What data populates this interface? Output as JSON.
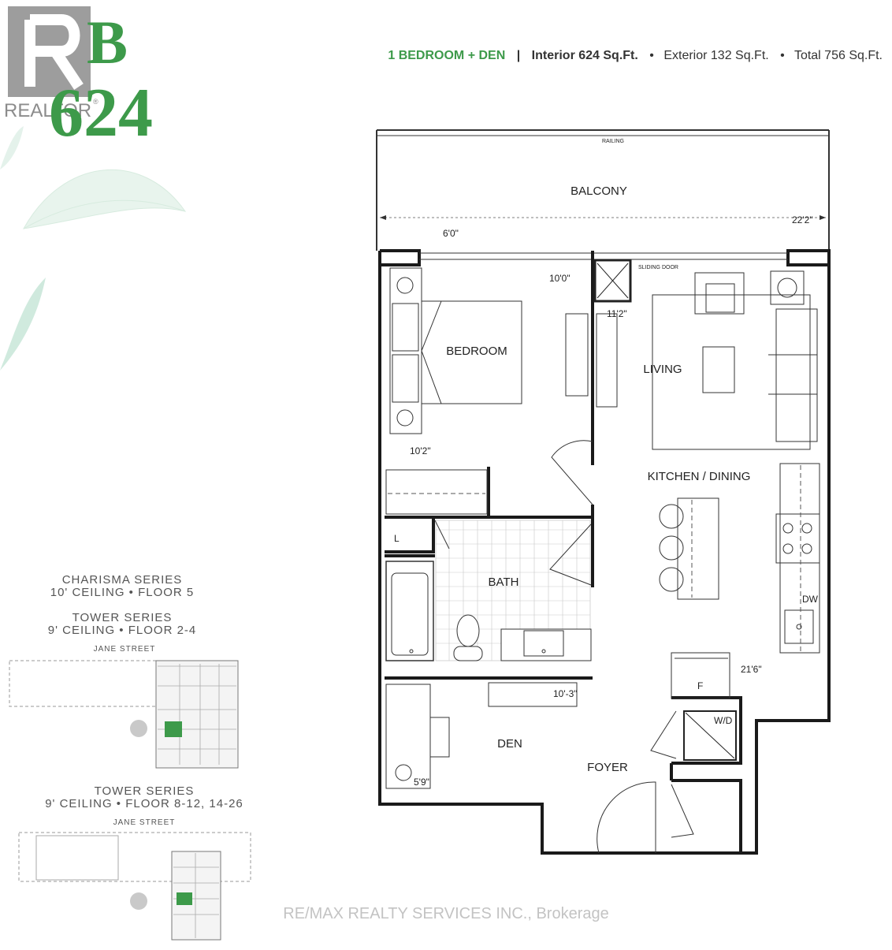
{
  "unit": {
    "letter": "B",
    "number": "624",
    "realtor_mark": "REALTOR",
    "registered_mark": "®",
    "accent_color": "#3d9a4a"
  },
  "header": {
    "type": "1 BEDROOM + DEN",
    "separator": "|",
    "interior": "Interior 624 Sq.Ft.",
    "exterior": "Exterior 132 Sq.Ft.",
    "total": "Total 756 Sq.Ft.",
    "bullet": "•"
  },
  "rooms": {
    "balcony": "BALCONY",
    "bedroom": "BEDROOM",
    "living": "LIVING",
    "kitchen_dining": "KITCHEN / DINING",
    "bath": "BATH",
    "den": "DEN",
    "foyer": "FOYER",
    "linen": "L",
    "washer_dryer": "W/D",
    "fridge": "F",
    "dishwasher": "DW"
  },
  "annotations": {
    "railing": "RAILING",
    "sliding_door": "SLIDING DOOR"
  },
  "dimensions": {
    "balcony_width": "22'2\"",
    "balcony_depth": "6'0\"",
    "bedroom_depth": "10'0\"",
    "living_width": "11'2\"",
    "bedroom_width": "10'2\"",
    "kitchen_depth": "21'6\"",
    "den_width": "10'-3\"",
    "den_depth": "5'9\""
  },
  "key_plans": [
    {
      "series_lines": [
        "CHARISMA SERIES",
        "10' CEILING • FLOOR 5",
        "TOWER SERIES",
        "9' CEILING • FLOOR 2-4"
      ],
      "street": "JANE STREET"
    },
    {
      "series_lines": [
        "TOWER SERIES",
        "9' CEILING • FLOOR 8-12, 14-26"
      ],
      "street": "JANE STREET"
    }
  ],
  "watermark": "RE/MAX REALTY SERVICES INC., Brokerage"
}
